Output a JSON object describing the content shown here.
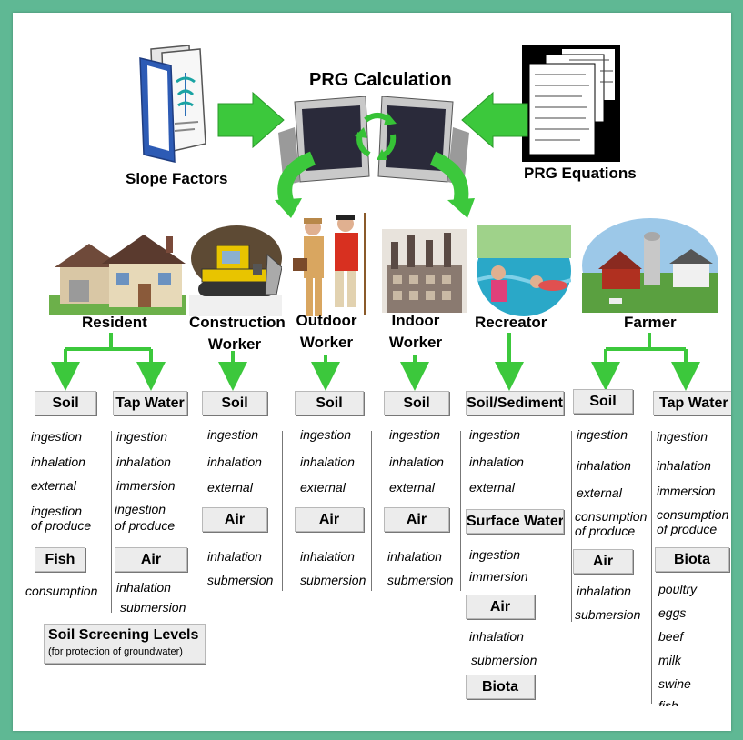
{
  "top": {
    "title": "PRG Calculation",
    "left_label": "Slope Factors",
    "right_label": "PRG Equations"
  },
  "receptors": {
    "resident": "Resident",
    "construction": [
      "Construction",
      "Worker"
    ],
    "outdoor": [
      "Outdoor",
      "Worker"
    ],
    "indoor": [
      "Indoor",
      "Worker"
    ],
    "recreator": "Recreator",
    "farmer": "Farmer"
  },
  "columns": {
    "resident_soil": {
      "header": "Soil",
      "items": [
        "ingestion",
        "inhalation",
        "external",
        "ingestion",
        "of produce"
      ]
    },
    "resident_fish": {
      "header": "Fish",
      "items": [
        "consumption"
      ]
    },
    "resident_tap": {
      "header": "Tap Water",
      "items": [
        "ingestion",
        "inhalation",
        "immersion",
        "ingestion",
        "of produce"
      ]
    },
    "resident_air": {
      "header": "Air",
      "items": [
        "inhalation",
        "submersion"
      ]
    },
    "ssl": {
      "header": "Soil Screening Levels",
      "sub": "(for protection of groundwater)"
    },
    "construction_soil": {
      "header": "Soil",
      "items": [
        "ingestion",
        "inhalation",
        "external"
      ]
    },
    "construction_air": {
      "header": "Air",
      "items": [
        "inhalation",
        "submersion"
      ]
    },
    "outdoor_soil": {
      "header": "Soil",
      "items": [
        "ingestion",
        "inhalation",
        "external"
      ]
    },
    "outdoor_air": {
      "header": "Air",
      "items": [
        "inhalation",
        "submersion"
      ]
    },
    "indoor_soil": {
      "header": "Soil",
      "items": [
        "ingestion",
        "inhalation",
        "external"
      ]
    },
    "indoor_air": {
      "header": "Air",
      "items": [
        "inhalation",
        "submersion"
      ]
    },
    "recreator_soil": {
      "header": "Soil/Sediment",
      "items": [
        "ingestion",
        "inhalation",
        "external"
      ]
    },
    "recreator_sw": {
      "header": "Surface Water",
      "items": [
        "ingestion",
        "immersion"
      ]
    },
    "recreator_air": {
      "header": "Air",
      "items": [
        "inhalation",
        "submersion"
      ]
    },
    "recreator_biota": {
      "header": "Biota"
    },
    "farmer_soil": {
      "header": "Soil",
      "items": [
        "ingestion",
        "inhalation",
        "external",
        "consumption",
        "of produce"
      ]
    },
    "farmer_air": {
      "header": "Air",
      "items": [
        "inhalation",
        "submersion"
      ]
    },
    "farmer_tap": {
      "header": "Tap Water",
      "items": [
        "ingestion",
        "inhalation",
        "immersion",
        "consumption",
        "of produce"
      ]
    },
    "farmer_biota": {
      "header": "Biota",
      "items": [
        "poultry",
        "eggs",
        "beef",
        "milk",
        "swine",
        "fish"
      ]
    }
  },
  "colors": {
    "arrow": "#3cc83c",
    "frame": "#5fb894",
    "header_bg": "#ececec"
  },
  "icons": [
    "document-icon",
    "computer-icon",
    "equations-sheet-icon",
    "recycle-arrows-icon",
    "house-icon",
    "bulldozer-icon",
    "workers-icon",
    "factory-icon",
    "swimmer-icon",
    "farm-icon"
  ]
}
